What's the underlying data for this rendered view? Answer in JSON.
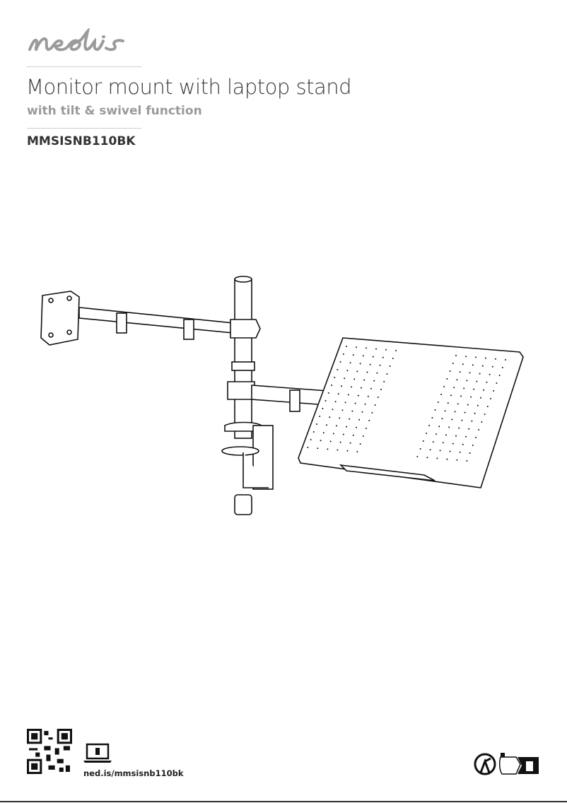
{
  "brand": {
    "logo_text": "nedis",
    "logo_color": "#9b9b9b"
  },
  "document": {
    "title": "Monitor mount with laptop stand",
    "subtitle": "with tilt & swivel function",
    "model": "MMSISNB110BK"
  },
  "footer": {
    "qr_code": "qr-code",
    "info_icon": "laptop-info-icon",
    "url": "ned.is/mmsisnb110bk",
    "recycling_icons": "triman-recycling-icon"
  }
}
